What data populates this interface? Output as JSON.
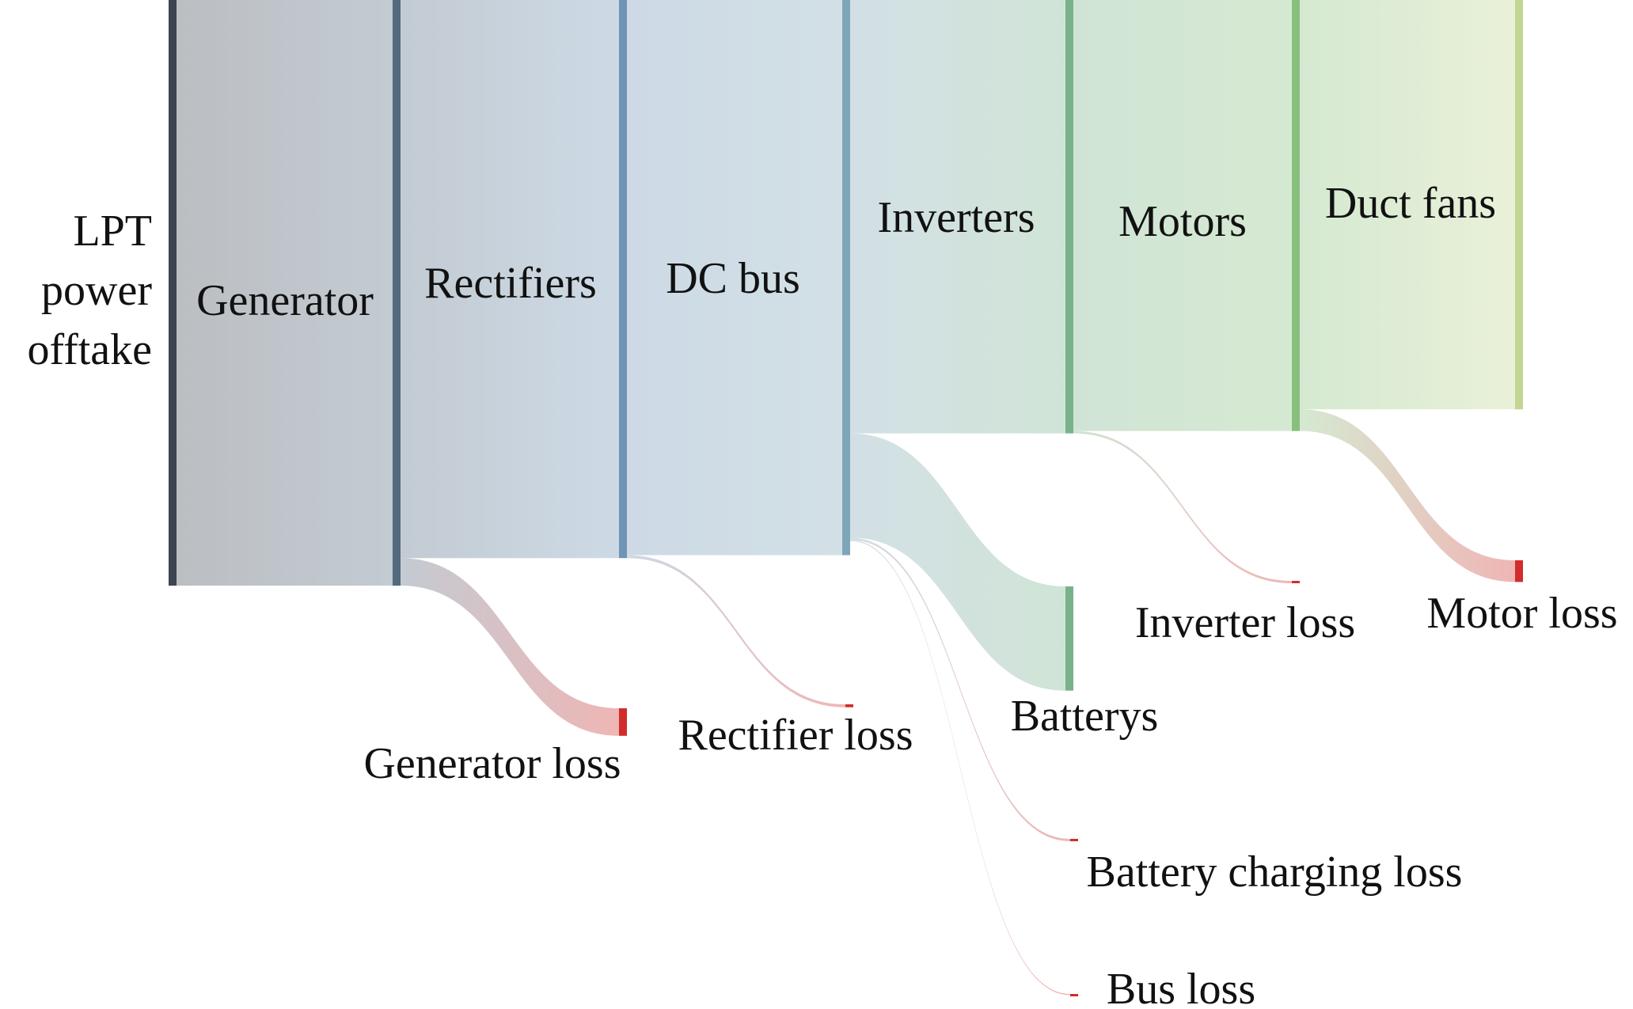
{
  "colors": {
    "lpt": "#3c4650",
    "generator": "#536a7f",
    "rectifiers": "#6f94b5",
    "dc_bus": "#7fa6b8",
    "inverters": "#79b28a",
    "motors": "#86c07c",
    "duct_fans": "#c2d592",
    "loss": "#d12d2a"
  },
  "nodes": [
    {
      "id": "lpt",
      "label": "LPT power offtake",
      "lines": [
        "LPT",
        "power",
        "offtake"
      ],
      "color_key": "lpt"
    },
    {
      "id": "generator",
      "label": "Generator",
      "color_key": "generator"
    },
    {
      "id": "rectifiers",
      "label": "Rectifiers",
      "color_key": "rectifiers"
    },
    {
      "id": "dc_bus",
      "label": "DC bus",
      "color_key": "dc_bus"
    },
    {
      "id": "inverters",
      "label": "Inverters",
      "color_key": "inverters"
    },
    {
      "id": "motors",
      "label": "Motors",
      "color_key": "motors"
    },
    {
      "id": "duct_fans",
      "label": "Duct fans",
      "color_key": "duct_fans"
    },
    {
      "id": "generator_loss",
      "label": "Generator loss",
      "color_key": "loss"
    },
    {
      "id": "rectifier_loss",
      "label": "Rectifier loss",
      "color_key": "loss"
    },
    {
      "id": "batterys",
      "label": "Batterys",
      "color_key": "inverters"
    },
    {
      "id": "battery_charging_loss",
      "label": "Battery charging loss",
      "color_key": "loss"
    },
    {
      "id": "bus_loss",
      "label": "Bus loss",
      "color_key": "loss"
    },
    {
      "id": "inverter_loss",
      "label": "Inverter loss",
      "color_key": "loss"
    },
    {
      "id": "motor_loss",
      "label": "Motor loss",
      "color_key": "loss"
    }
  ],
  "flows": [
    {
      "source": "lpt",
      "target": "generator",
      "value": 100
    },
    {
      "source": "generator",
      "target": "rectifiers",
      "value": 95.3
    },
    {
      "source": "generator",
      "target": "generator_loss",
      "value": 4.7
    },
    {
      "source": "rectifiers",
      "target": "dc_bus",
      "value": 94.8
    },
    {
      "source": "rectifiers",
      "target": "rectifier_loss",
      "value": 0.5
    },
    {
      "source": "dc_bus",
      "target": "inverters",
      "value": 74.0
    },
    {
      "source": "dc_bus",
      "target": "batterys",
      "value": 17.8
    },
    {
      "source": "dc_bus",
      "target": "battery_charging_loss",
      "value": 0.4
    },
    {
      "source": "dc_bus",
      "target": "bus_loss",
      "value": 0.2
    },
    {
      "source": "inverters",
      "target": "motors",
      "value": 73.6
    },
    {
      "source": "inverters",
      "target": "inverter_loss",
      "value": 0.4
    },
    {
      "source": "motors",
      "target": "duct_fans",
      "value": 69.9
    },
    {
      "source": "motors",
      "target": "motor_loss",
      "value": 3.7
    }
  ]
}
